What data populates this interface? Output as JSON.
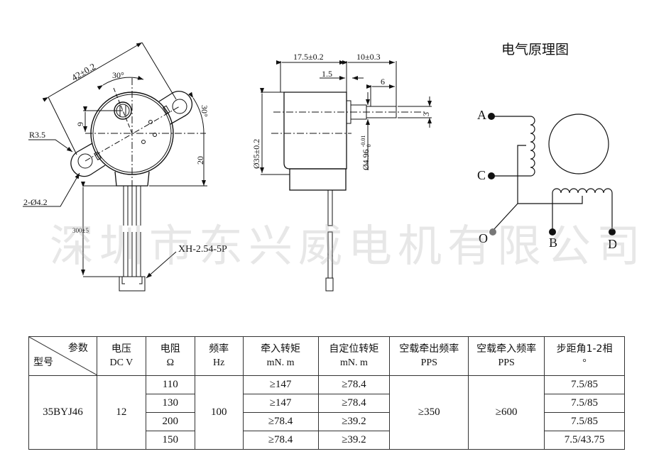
{
  "watermark": "深圳市东兴威电机有限公司",
  "front_view": {
    "dim_mount_distance": "42±0.2",
    "dim_angle_top": "30°",
    "dim_angle_right": "30°",
    "dim_shaft_offset": "9",
    "dim_radius": "R3.5",
    "dim_height": "20",
    "dim_holes": "2-Ø4.2",
    "dim_lead_length": "300±5",
    "connector": "XH-2.54-5P"
  },
  "side_view": {
    "dim_body_length": "17.5±0.2",
    "dim_shaft_length": "10±0.3",
    "dim_flange": "1.5",
    "dim_flat_length": "6",
    "dim_flat_width": "3",
    "dim_diameter": "Ø35±0.2",
    "dim_shaft_diameter": "Ø4.96",
    "dim_shaft_tol_upper": "-0.01",
    "dim_shaft_tol_lower": "0"
  },
  "schematic": {
    "title": "电气原理图",
    "terminals": [
      "A",
      "C",
      "O",
      "B",
      "D"
    ]
  },
  "table": {
    "corner_param": "参数",
    "corner_model": "型号",
    "headers": [
      {
        "name": "电压",
        "unit": "DC  V"
      },
      {
        "name": "电阻",
        "unit": "Ω"
      },
      {
        "name": "频率",
        "unit": "Hz"
      },
      {
        "name": "牵入转矩",
        "unit": "mN. m"
      },
      {
        "name": "自定位转矩",
        "unit": "mN. m"
      },
      {
        "name": "空载牵出频率",
        "unit": "PPS"
      },
      {
        "name": "空载牵入频率",
        "unit": "PPS"
      },
      {
        "name": "步距角1-2相",
        "unit": "°"
      }
    ],
    "model": "35BYJ46",
    "voltage": "12",
    "frequency": "100",
    "pull_out_freq": "≥350",
    "pull_in_freq": "≥600",
    "rows": [
      {
        "resistance": "110",
        "pull_in_torque": "≥147",
        "detent_torque": "≥78.4",
        "step_angle": "7.5/85"
      },
      {
        "resistance": "130",
        "pull_in_torque": "≥147",
        "detent_torque": "≥78.4",
        "step_angle": "7.5/85"
      },
      {
        "resistance": "200",
        "pull_in_torque": "≥78.4",
        "detent_torque": "≥39.2",
        "step_angle": "7.5/85"
      },
      {
        "resistance": "150",
        "pull_in_torque": "≥78.4",
        "detent_torque": "≥39.2",
        "step_angle": "7.5/43.75"
      }
    ]
  }
}
